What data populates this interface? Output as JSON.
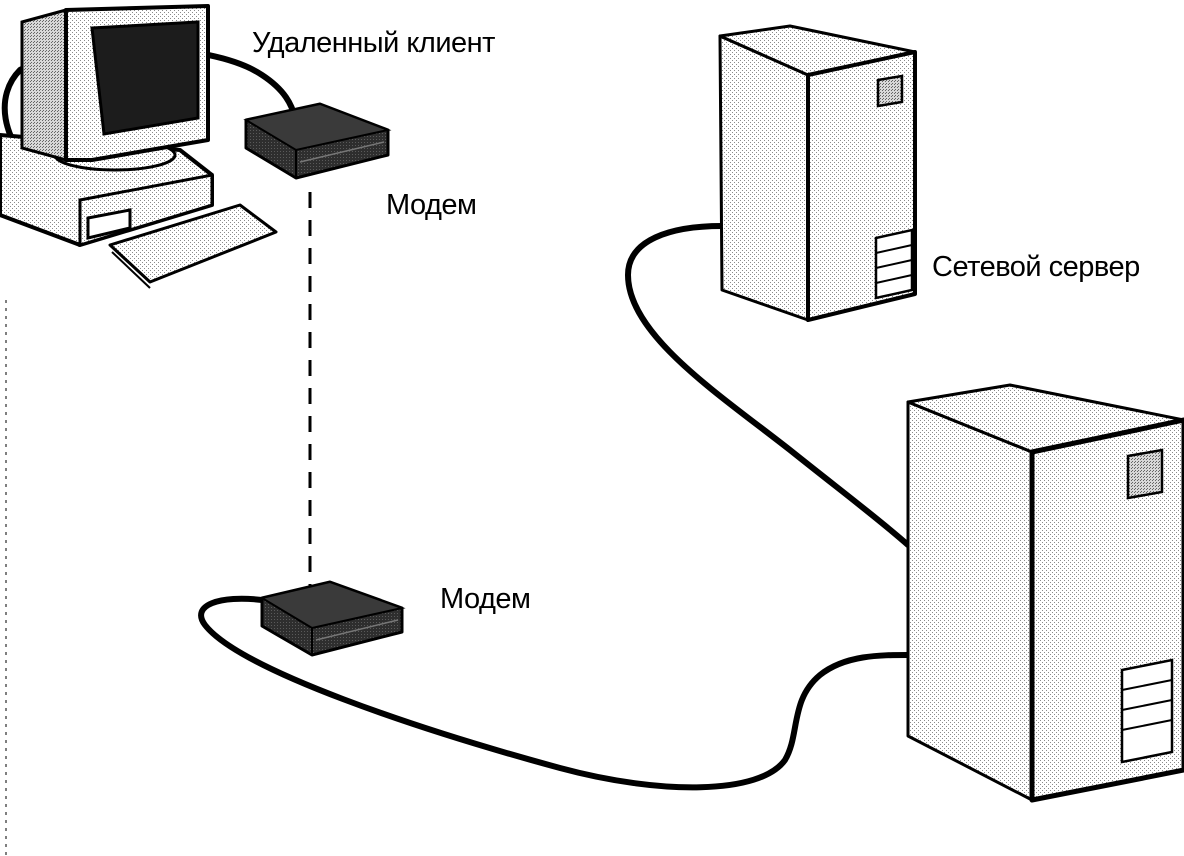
{
  "diagram": {
    "labels": {
      "remote_client": "Удаленный клиент",
      "modem_top": "Модем",
      "modem_bottom": "Модем",
      "network_server": "Сетевой сервер"
    }
  }
}
